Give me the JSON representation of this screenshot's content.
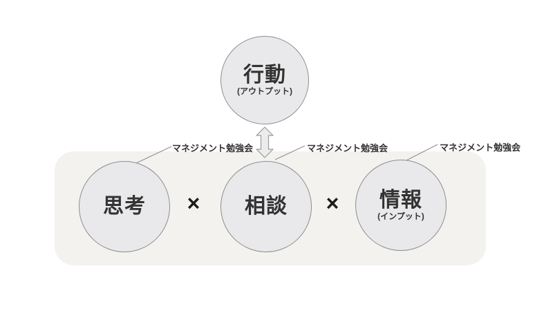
{
  "colors": {
    "canvas-bg": "#ffffff",
    "box-fill": "#f4f2ee",
    "circle-fill": "#e9e9eb",
    "circle-stroke": "#8d8d8d",
    "arrow-fill": "#ececee",
    "arrow-stroke": "#9b9b9b",
    "line-stroke": "#8d8d8d",
    "text-main": "#333333",
    "text-times": "#1c1c1c"
  },
  "nodes": {
    "action": {
      "label": "行動",
      "sub": "(アウトプット)"
    },
    "thinking": {
      "label": "思考"
    },
    "consult": {
      "label": "相談"
    },
    "info": {
      "label": "情報",
      "sub": "(インプット)"
    }
  },
  "operators": {
    "times": "×"
  },
  "annotations": [
    {
      "text": "マネジメント勉強会"
    },
    {
      "text": "マネジメント勉強会"
    },
    {
      "text": "マネジメント勉強会"
    }
  ]
}
